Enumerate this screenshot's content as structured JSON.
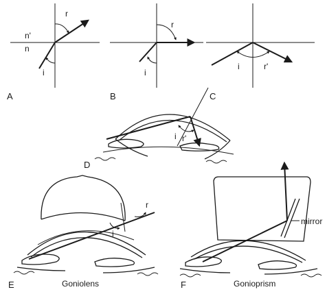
{
  "panels": {
    "A": {
      "label": "A",
      "refracted": "r",
      "incident": "i",
      "upper_index": "n'",
      "lower_index": "n"
    },
    "B": {
      "label": "B",
      "refracted": "r",
      "incident": "i"
    },
    "C": {
      "label": "C",
      "incident": "i",
      "reflected": "r'"
    },
    "D": {
      "label": "D",
      "incident": "i",
      "reflected": "r'"
    },
    "E": {
      "label": "E",
      "caption": "Goniolens",
      "incident": "i",
      "refracted": "r"
    },
    "F": {
      "label": "F",
      "caption": "Gonioprism",
      "mirror": "mirror"
    }
  }
}
